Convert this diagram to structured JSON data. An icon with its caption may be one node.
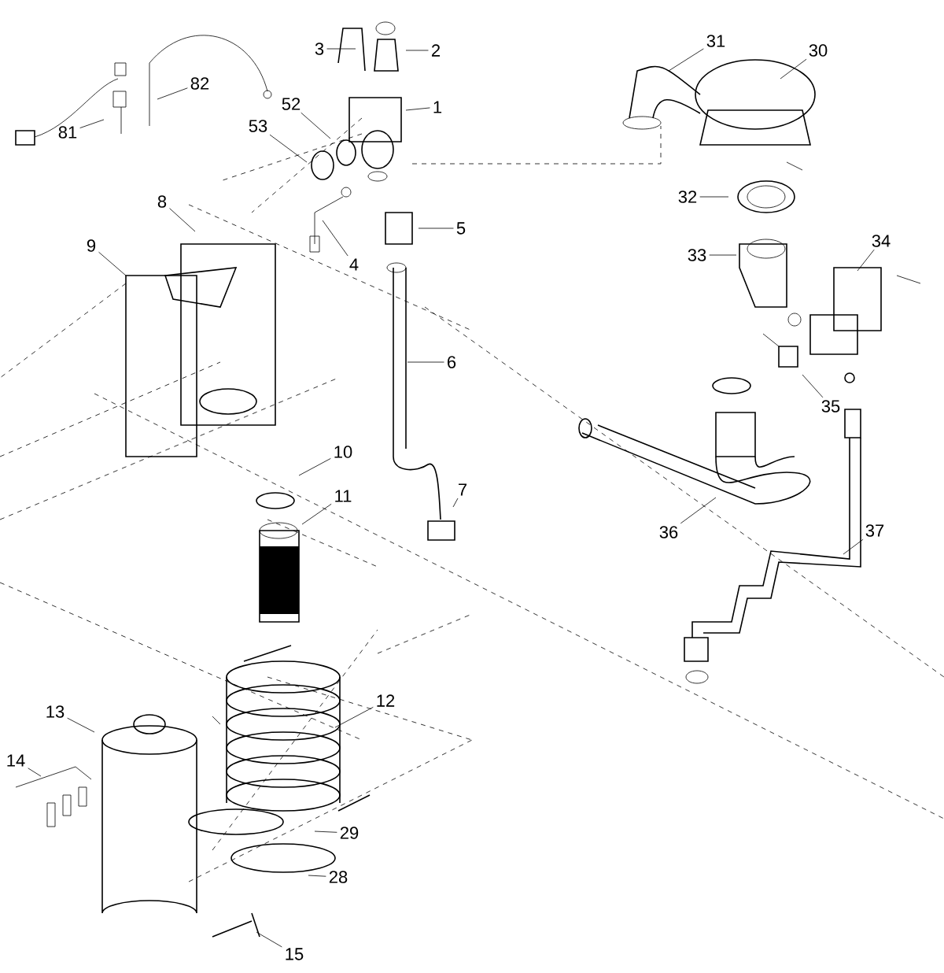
{
  "diagram": {
    "nodes": [
      {
        "text": [
          "1"
        ]
      },
      {
        "text": [
          "2"
        ]
      },
      {
        "text": [
          "3"
        ]
      },
      {
        "text": [
          "4"
        ]
      },
      {
        "text": [
          "5"
        ]
      },
      {
        "text": [
          "6"
        ]
      },
      {
        "text": [
          "7"
        ]
      },
      {
        "text": [
          "8"
        ]
      },
      {
        "text": [
          "9"
        ]
      },
      {
        "text": [
          "10"
        ]
      },
      {
        "text": [
          "11"
        ]
      },
      {
        "text": [
          "12"
        ]
      },
      {
        "text": [
          "13"
        ]
      },
      {
        "text": [
          "14"
        ]
      },
      {
        "text": [
          "15"
        ]
      },
      {
        "text": [
          "28"
        ]
      },
      {
        "text": [
          "29"
        ]
      },
      {
        "text": [
          "30"
        ]
      },
      {
        "text": [
          "31"
        ]
      },
      {
        "text": [
          "32"
        ]
      },
      {
        "text": [
          "33"
        ]
      },
      {
        "text": [
          "34"
        ]
      },
      {
        "text": [
          "35"
        ]
      },
      {
        "text": [
          "36"
        ]
      },
      {
        "text": [
          "37"
        ]
      },
      {
        "text": [
          "52"
        ]
      },
      {
        "text": [
          "53"
        ]
      },
      {
        "text": [
          "81"
        ]
      },
      {
        "text": [
          "82"
        ]
      }
    ],
    "edges": [
      {
        "from": 0,
        "to": null,
        "arrow": "none"
      },
      {
        "from": 1,
        "to": null,
        "arrow": "none"
      },
      {
        "from": 2,
        "to": null,
        "arrow": "none"
      },
      {
        "from": 3,
        "to": null,
        "arrow": "none"
      },
      {
        "from": 4,
        "to": null,
        "arrow": "none"
      },
      {
        "from": 5,
        "to": null,
        "arrow": "none"
      },
      {
        "from": 6,
        "to": null,
        "arrow": "none"
      },
      {
        "from": 7,
        "to": null,
        "arrow": "none"
      },
      {
        "from": 8,
        "to": null,
        "arrow": "none"
      },
      {
        "from": 9,
        "to": null,
        "arrow": "none"
      },
      {
        "from": 10,
        "to": null,
        "arrow": "none"
      },
      {
        "from": 11,
        "to": null,
        "arrow": "none"
      },
      {
        "from": 12,
        "to": null,
        "arrow": "none"
      },
      {
        "from": 13,
        "to": null,
        "arrow": "none"
      },
      {
        "from": 14,
        "to": null,
        "arrow": "none"
      },
      {
        "from": 15,
        "to": null,
        "arrow": "none"
      },
      {
        "from": 16,
        "to": null,
        "arrow": "none"
      },
      {
        "from": 17,
        "to": null,
        "arrow": "none"
      },
      {
        "from": 18,
        "to": null,
        "arrow": "none"
      },
      {
        "from": 19,
        "to": null,
        "arrow": "none"
      },
      {
        "from": 20,
        "to": null,
        "arrow": "none"
      },
      {
        "from": 21,
        "to": null,
        "arrow": "none"
      },
      {
        "from": 22,
        "to": null,
        "arrow": "none"
      },
      {
        "from": 23,
        "to": null,
        "arrow": "none"
      },
      {
        "from": 24,
        "to": null,
        "arrow": "none"
      },
      {
        "from": 25,
        "to": null,
        "arrow": "none"
      },
      {
        "from": 26,
        "to": null,
        "arrow": "none"
      },
      {
        "from": 27,
        "to": null,
        "arrow": "none"
      },
      {
        "from": 28,
        "to": null,
        "arrow": "none"
      }
    ]
  }
}
